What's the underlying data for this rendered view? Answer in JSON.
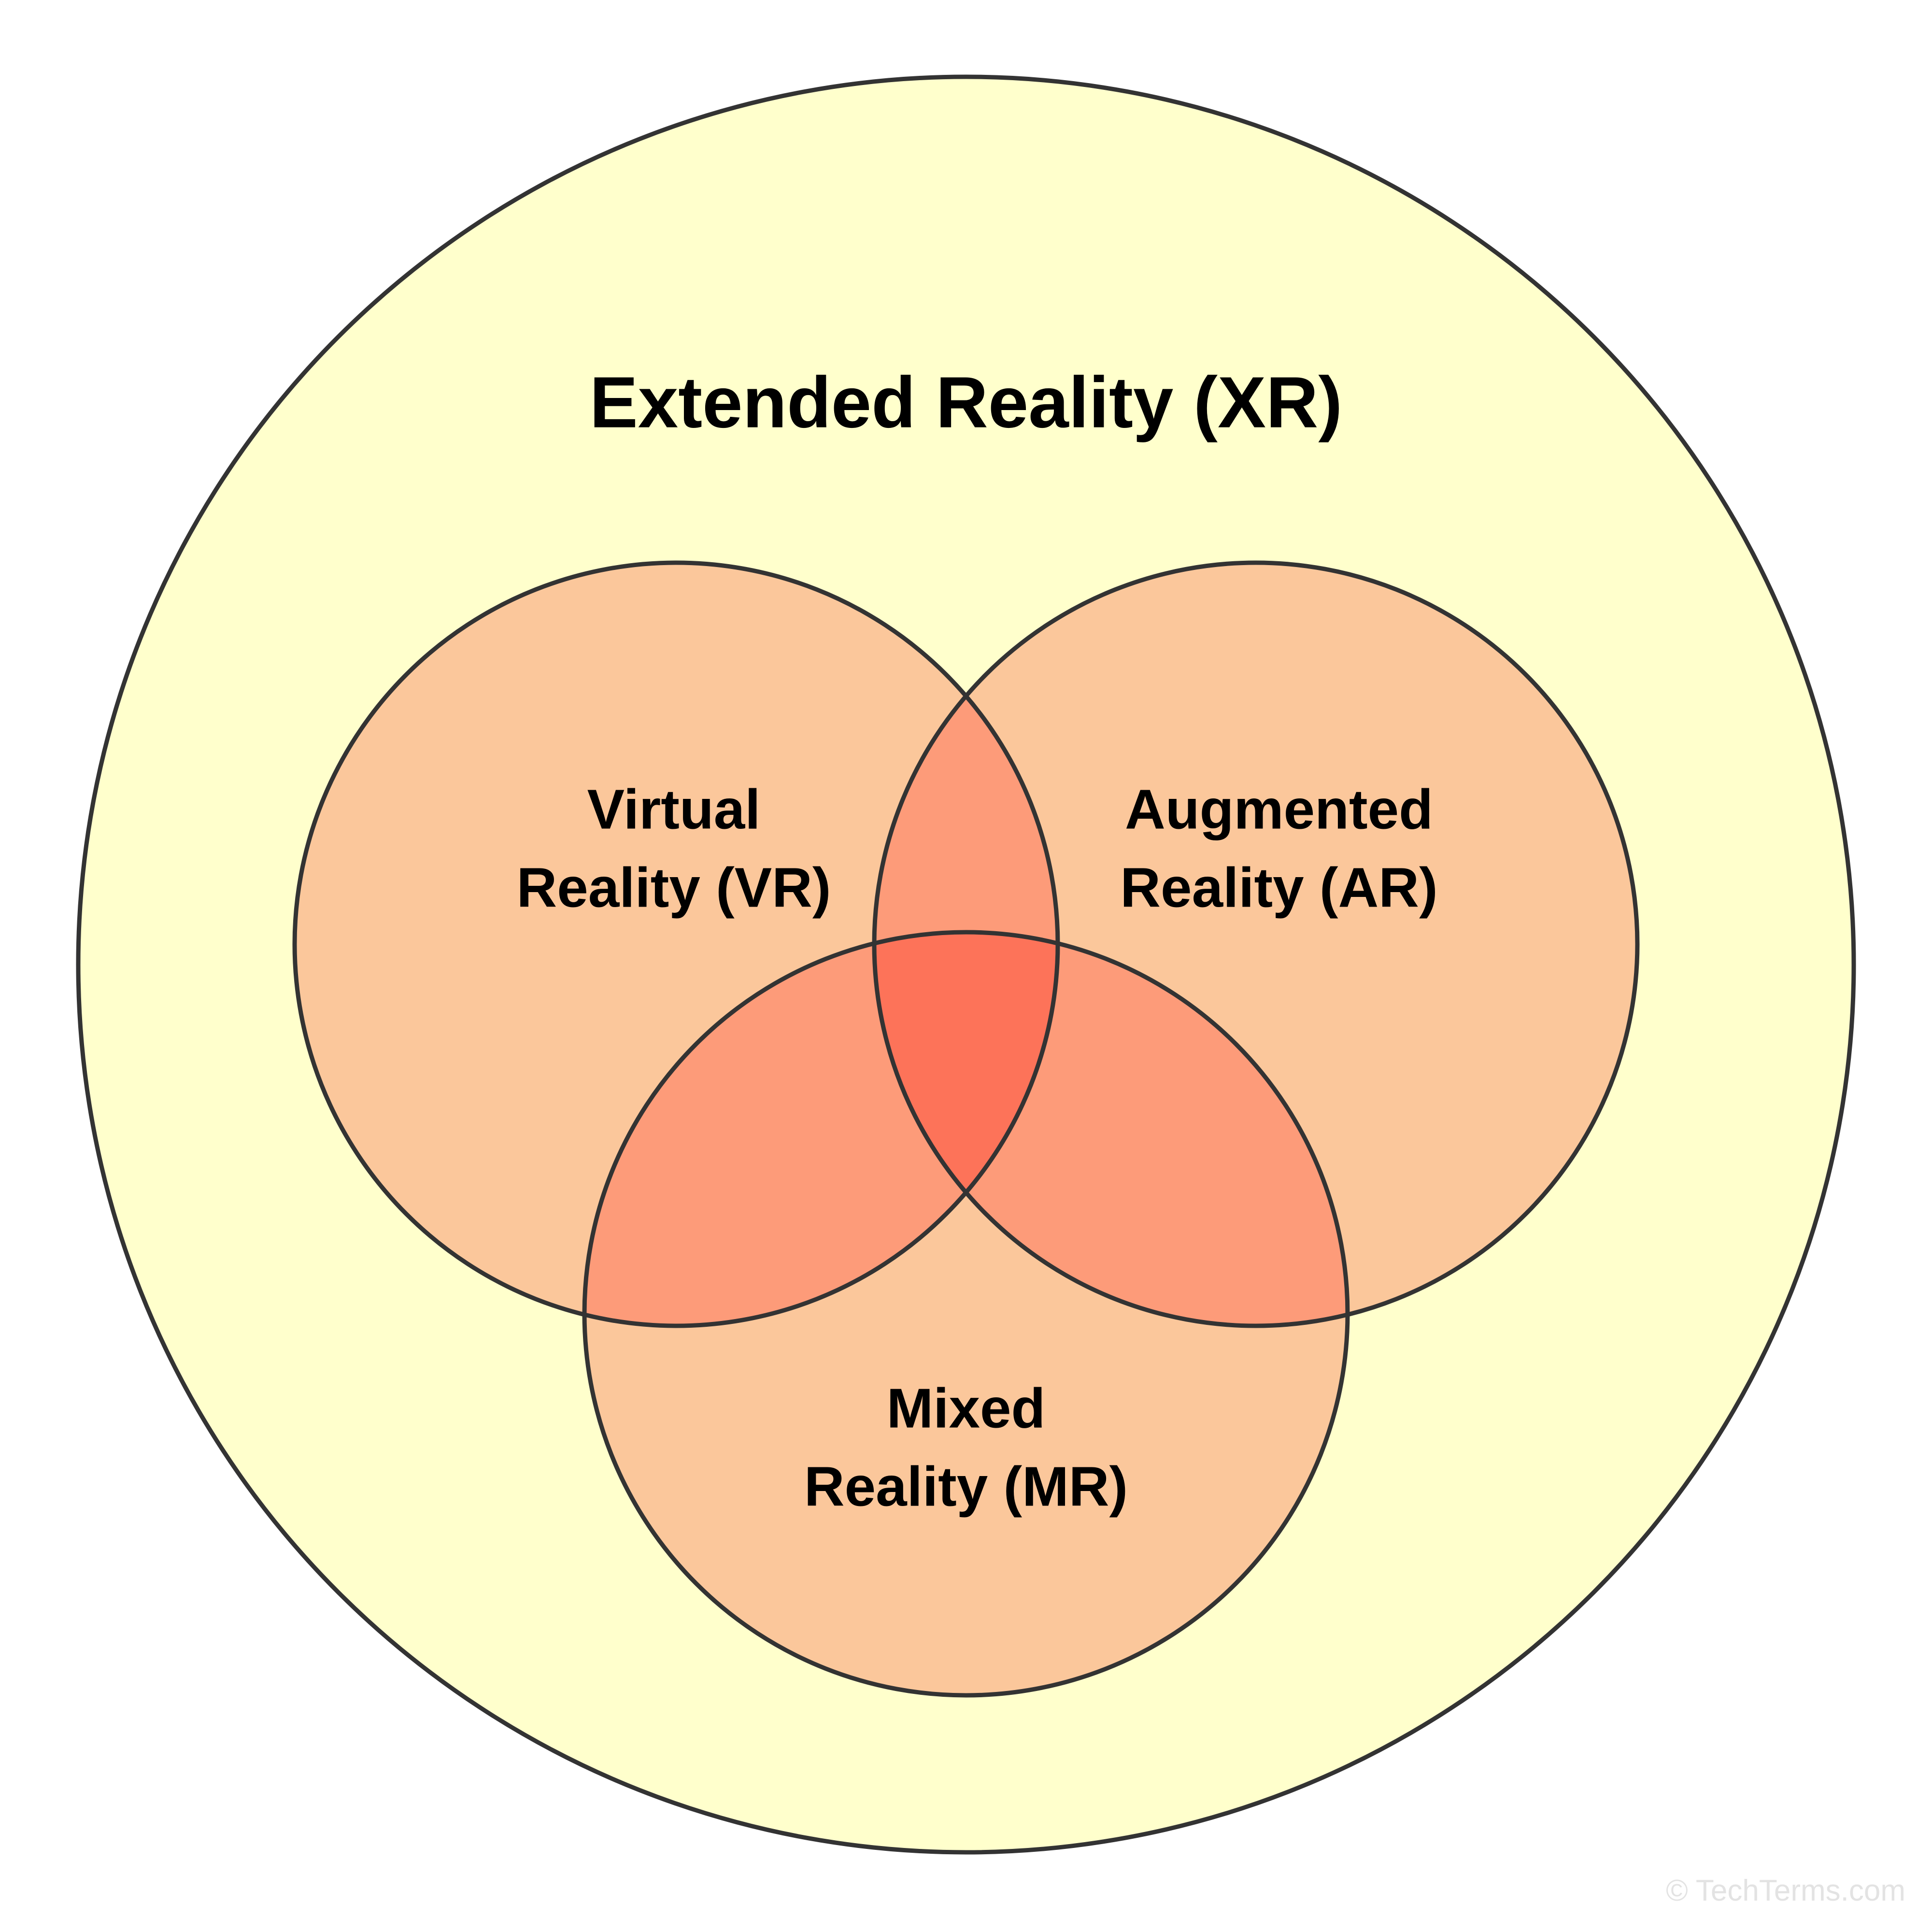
{
  "diagram": {
    "kind": "venn-diagram",
    "title": "Extended Reality (XR)",
    "credit": "© TechTerms.com",
    "colors": {
      "background": "#ffffff",
      "outer_fill": "#ffffcc",
      "circle_fill": "#fbc79b",
      "pair_overlap_fill": "#fd9b79",
      "triple_overlap_fill": "#fd7359",
      "stroke": "#333333",
      "title_color": "#000000",
      "label_color": "#000000",
      "credit_color": "#e3e3e3"
    },
    "outer_set": {
      "name": "Extended Reality (XR)",
      "abbreviation": "XR",
      "label_line1": "Extended Reality (XR)"
    },
    "sets": [
      {
        "id": "vr",
        "name": "Virtual Reality (VR)",
        "abbreviation": "VR",
        "label_line1": "Virtual",
        "label_line2": "Reality (VR)",
        "position": "top-left"
      },
      {
        "id": "ar",
        "name": "Augmented Reality (AR)",
        "abbreviation": "AR",
        "label_line1": "Augmented",
        "label_line2": "Reality (AR)",
        "position": "top-right"
      },
      {
        "id": "mr",
        "name": "Mixed Reality (MR)",
        "abbreviation": "MR",
        "label_line1": "Mixed",
        "label_line2": "Reality (MR)",
        "position": "bottom-center"
      }
    ]
  }
}
